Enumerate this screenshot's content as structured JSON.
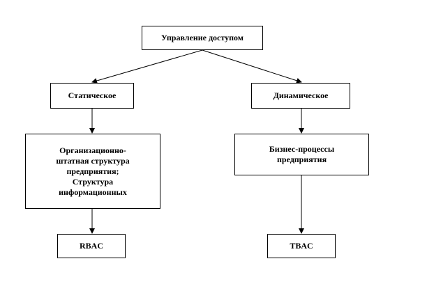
{
  "diagram": {
    "root": {
      "label": "Управление доступом"
    },
    "static": {
      "label": "Статическое"
    },
    "dynamic": {
      "label": "Динамическое"
    },
    "org_structure": {
      "label": "Организационно-\nштатная структура\nпредприятия;\nСтруктура\nинформационных"
    },
    "business_processes": {
      "label": "Бизнес-процессы\nпредприятия"
    },
    "rbac": {
      "label": "RBAC"
    },
    "tbac": {
      "label": "TBAC"
    }
  }
}
